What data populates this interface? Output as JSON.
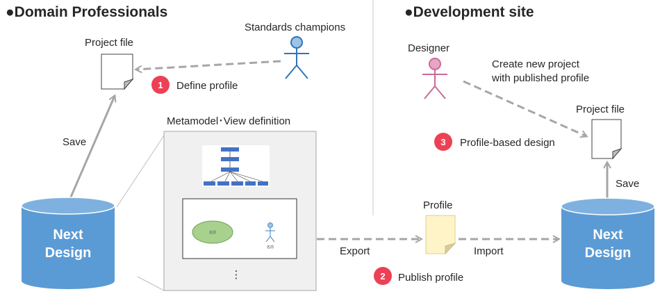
{
  "sections": {
    "left_heading": "●Domain Professionals",
    "right_heading": "●Development site"
  },
  "left": {
    "project_file_label": "Project file",
    "standards_champions_label": "Standards champions",
    "define_profile": {
      "number": "1",
      "label": "Define profile"
    },
    "save_label": "Save",
    "database_line1": "Next",
    "database_line2": "Design",
    "metamodel_label": "Metamodel･View definition",
    "ellipsis": "⋮"
  },
  "middle": {
    "profile_label": "Profile",
    "export_label": "Export",
    "import_label": "Import",
    "publish_profile": {
      "number": "2",
      "label": "Publish profile"
    }
  },
  "right": {
    "designer_label": "Designer",
    "create_line1": "Create new project",
    "create_line2": "with published profile",
    "project_file_label": "Project file",
    "profile_design": {
      "number": "3",
      "label": "Profile-based design"
    },
    "save_label": "Save",
    "database_line1": "Next",
    "database_line2": "Design"
  },
  "colors": {
    "database": "#5b9bd5",
    "badge": "#ee4055",
    "arrow": "#a6a6a6",
    "champion_figure": "#9dc3e6",
    "designer_figure": "#e8a5c5",
    "profile_note": "#fef4c7"
  }
}
